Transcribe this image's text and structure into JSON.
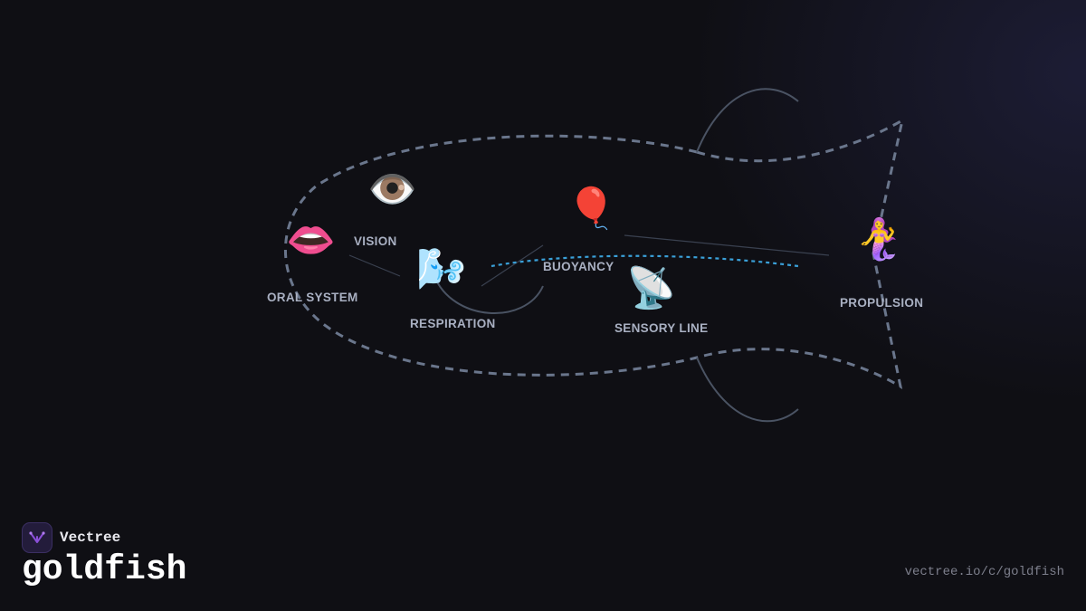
{
  "diagram": {
    "nodes": [
      {
        "id": "oral-system",
        "icon": "lips",
        "emoji": "👄",
        "label": "ORAL SYSTEM"
      },
      {
        "id": "vision",
        "icon": "eye",
        "emoji": "👁️",
        "label": "VISION"
      },
      {
        "id": "respiration",
        "icon": "wind-face",
        "emoji": "🌬️",
        "label": "RESPIRATION"
      },
      {
        "id": "buoyancy",
        "icon": "balloon",
        "emoji": "🎈",
        "label": "BUOYANCY"
      },
      {
        "id": "sensory-line",
        "icon": "satellite-dish",
        "emoji": "📡",
        "label": "SENSORY LINE"
      },
      {
        "id": "propulsion",
        "icon": "merperson",
        "emoji": "🧜‍♀️",
        "label": "PROPULSION"
      }
    ],
    "colors": {
      "outline": "#6a768c",
      "lateral_line": "#3aa0d8",
      "fins": "#4a5363",
      "labels": "#a9b0c2"
    }
  },
  "branding": {
    "name": "Vectree",
    "title": "goldfish",
    "url": "vectree.io/c/goldfish",
    "logo_icon": "vectree-logo-icon",
    "accent": "#8a4fd8"
  }
}
